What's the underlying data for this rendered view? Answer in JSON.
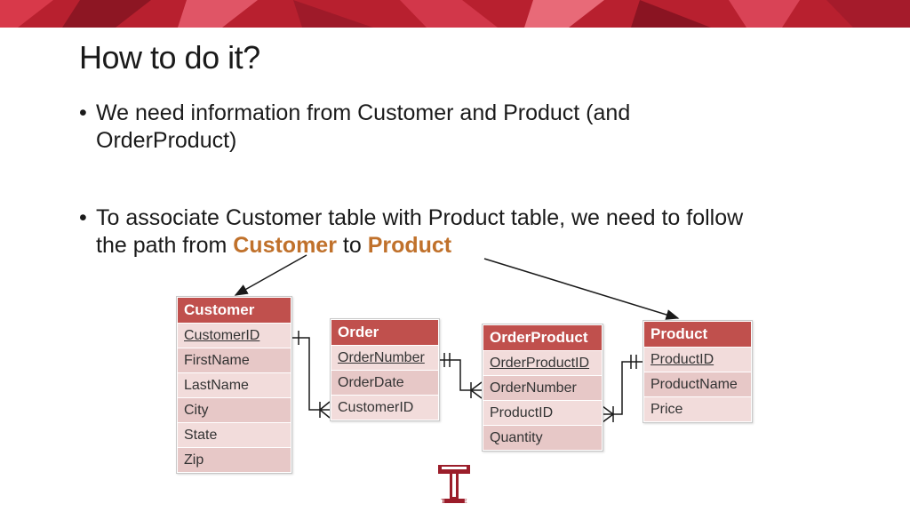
{
  "title": "How to do it?",
  "bullets": [
    {
      "line1": "We need information from Customer and Product (and",
      "line2": "OrderProduct)"
    },
    {
      "line1": "To associate Customer table with Product table, we need to follow",
      "line2_prefix": "the path from ",
      "line2_hl1": "Customer",
      "line2_mid": " to ",
      "line2_hl2": "Product"
    }
  ],
  "tables": {
    "customer": {
      "name": "Customer",
      "fields": [
        "CustomerID",
        "FirstName",
        "LastName",
        "City",
        "State",
        "Zip"
      ]
    },
    "order": {
      "name": "Order",
      "fields": [
        "OrderNumber",
        "OrderDate",
        "CustomerID"
      ]
    },
    "orderproduct": {
      "name": "OrderProduct",
      "fields": [
        "OrderProductID",
        "OrderNumber",
        "ProductID",
        "Quantity"
      ]
    },
    "product": {
      "name": "Product",
      "fields": [
        "ProductID",
        "ProductName",
        "Price"
      ]
    }
  },
  "logo": {
    "text": "TEMPLE"
  },
  "colors": {
    "header": "#c0504d",
    "highlight": "#c0712b",
    "brand": "#9b1d2a"
  }
}
